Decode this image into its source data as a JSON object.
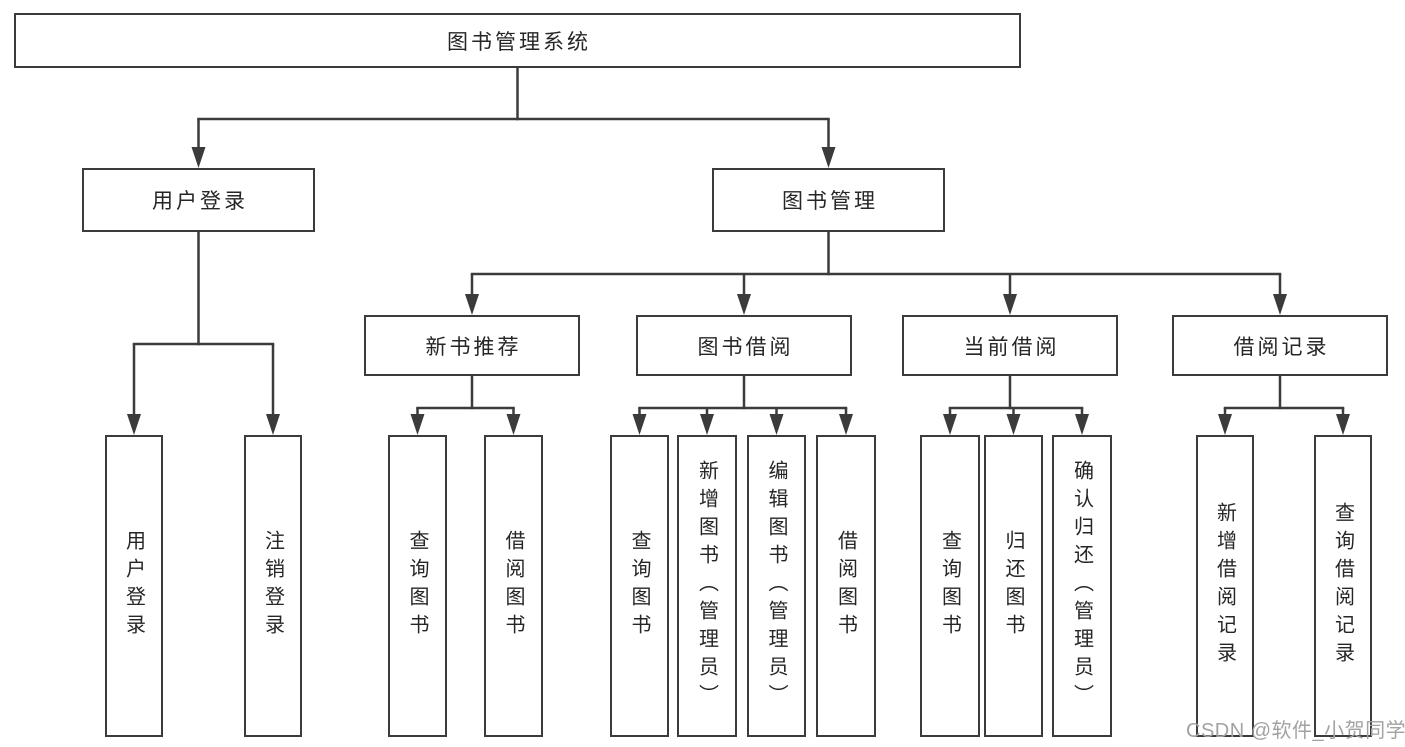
{
  "diagram": {
    "title_node": "root",
    "nodes": {
      "root": {
        "label": "图书管理系统"
      },
      "user_login": {
        "label": "用户登录"
      },
      "book_mgmt": {
        "label": "图书管理"
      },
      "login": {
        "label": "用户登录"
      },
      "logout": {
        "label": "注销登录"
      },
      "new_book_rec": {
        "label": "新书推荐"
      },
      "book_borrow": {
        "label": "图书借阅"
      },
      "current_borrow": {
        "label": "当前借阅"
      },
      "borrow_records": {
        "label": "借阅记录"
      },
      "nb_query": {
        "label": "查询图书"
      },
      "nb_borrow": {
        "label": "借阅图书"
      },
      "bb_query": {
        "label": "查询图书"
      },
      "bb_add": {
        "label": "新增图书（管理员）"
      },
      "bb_edit": {
        "label": "编辑图书（管理员）"
      },
      "bb_borrow": {
        "label": "借阅图书"
      },
      "cb_query": {
        "label": "查询图书"
      },
      "cb_return": {
        "label": "归还图书"
      },
      "cb_confirm": {
        "label": "确认归还（管理员）"
      },
      "br_add": {
        "label": "新增借阅记录"
      },
      "br_query": {
        "label": "查询借阅记录"
      }
    },
    "tree": {
      "root": [
        "user_login",
        "book_mgmt"
      ],
      "user_login": [
        "login",
        "logout"
      ],
      "book_mgmt": [
        "new_book_rec",
        "book_borrow",
        "current_borrow",
        "borrow_records"
      ],
      "new_book_rec": [
        "nb_query",
        "nb_borrow"
      ],
      "book_borrow": [
        "bb_query",
        "bb_add",
        "bb_edit",
        "bb_borrow"
      ],
      "current_borrow": [
        "cb_query",
        "cb_return",
        "cb_confirm"
      ],
      "borrow_records": [
        "br_add",
        "br_query"
      ]
    },
    "colors": {
      "line": "#3b3b3b",
      "text": "#262626",
      "background": "#ffffff",
      "watermark": "#a2a2a2"
    }
  },
  "watermark": {
    "text": "CSDN @软件_小贺同学"
  }
}
